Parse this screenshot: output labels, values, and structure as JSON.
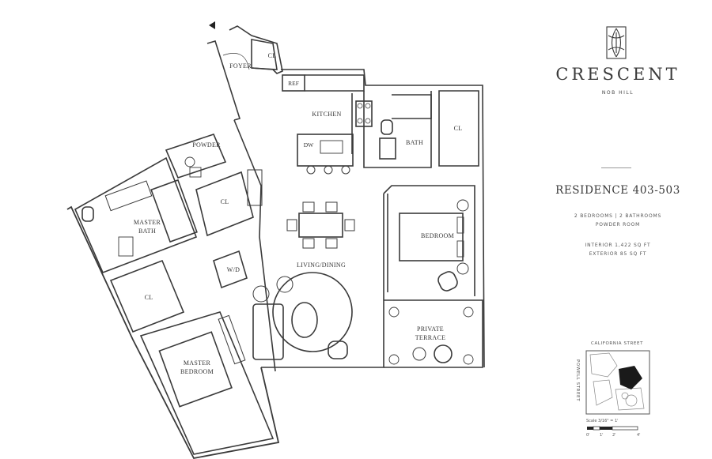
{
  "brand": {
    "name": "CRESCENT",
    "subtitle": "NOB HILL"
  },
  "residence": {
    "title": "RESIDENCE 403-503",
    "rooms": "2 BEDROOMS | 2 BATHROOMS",
    "powder": "POWDER ROOM",
    "interior": "INTERIOR 1,422 SQ FT",
    "exterior": "EXTERIOR 85 SQ FT"
  },
  "rooms": {
    "foyer": "FOYER",
    "cl_foyer": "CL",
    "ref": "REF",
    "kitchen": "KITCHEN",
    "dw": "DW",
    "powder": "POWDER",
    "bath": "BATH",
    "cl_bath": "CL",
    "master_bath_1": "MASTER",
    "master_bath_2": "BATH",
    "cl_mid": "CL",
    "wd": "W/D",
    "living": "LIVING/DINING",
    "bedroom": "BEDROOM",
    "cl_master": "CL",
    "master_bed_1": "MASTER",
    "master_bed_2": "BEDROOM",
    "terrace_1": "PRIVATE",
    "terrace_2": "TERRACE"
  },
  "location": {
    "street_top": "CALIFORNIA STREET",
    "street_side": "POWELL STREET"
  },
  "scale": {
    "label": "Scale 3/16\" = 1'",
    "ticks": [
      "0'",
      "1'",
      "2'",
      "4'"
    ]
  }
}
